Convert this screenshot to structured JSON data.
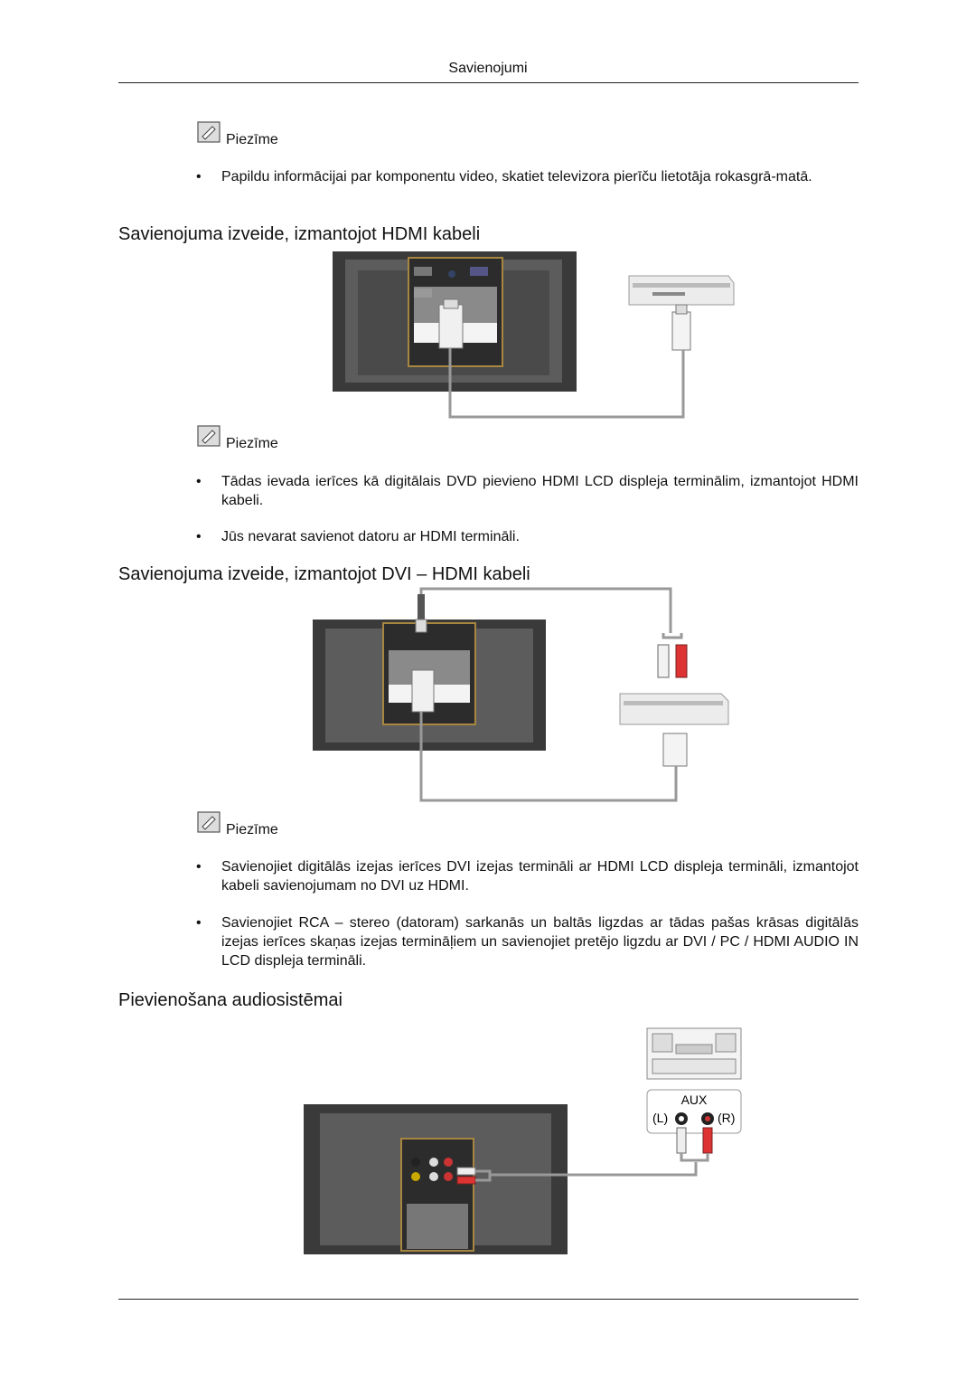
{
  "header": {
    "title": "Savienojumi"
  },
  "note_label": "Piezīme",
  "section0": {
    "bullets": [
      "Papildu informācijai par komponentu video, skatiet televizora pierīču lietotāja rokasgrā-matā."
    ]
  },
  "section1": {
    "heading": "Savienojuma izveide, izmantojot HDMI kabeli",
    "bullets": [
      "Tādas ievada ierīces kā digitālais DVD pievieno HDMI LCD displeja terminālim, izmantojot HDMI kabeli.",
      "Jūs nevarat savienot datoru ar HDMI termināli."
    ]
  },
  "section2": {
    "heading": "Savienojuma izveide, izmantojot DVI – HDMI kabeli",
    "bullets": [
      "Savienojiet digitālās izejas ierīces DVI izejas termināli ar HDMI LCD displeja termināli, izmantojot kabeli savienojumam no DVI uz HDMI.",
      "Savienojiet RCA – stereo (datoram) sarkanās un baltās ligzdas ar tādas pašas krāsas digitālās izejas ierīces skaņas izejas termināļiem un savienojiet pretējo ligzdu ar DVI / PC / HDMI AUDIO IN LCD displeja termināli."
    ]
  },
  "section3": {
    "heading": "Pievienošana audiosistēmai",
    "aux_label": "AUX",
    "left_label": "(L)",
    "right_label": "(R)"
  },
  "bullet_glyph": "•"
}
